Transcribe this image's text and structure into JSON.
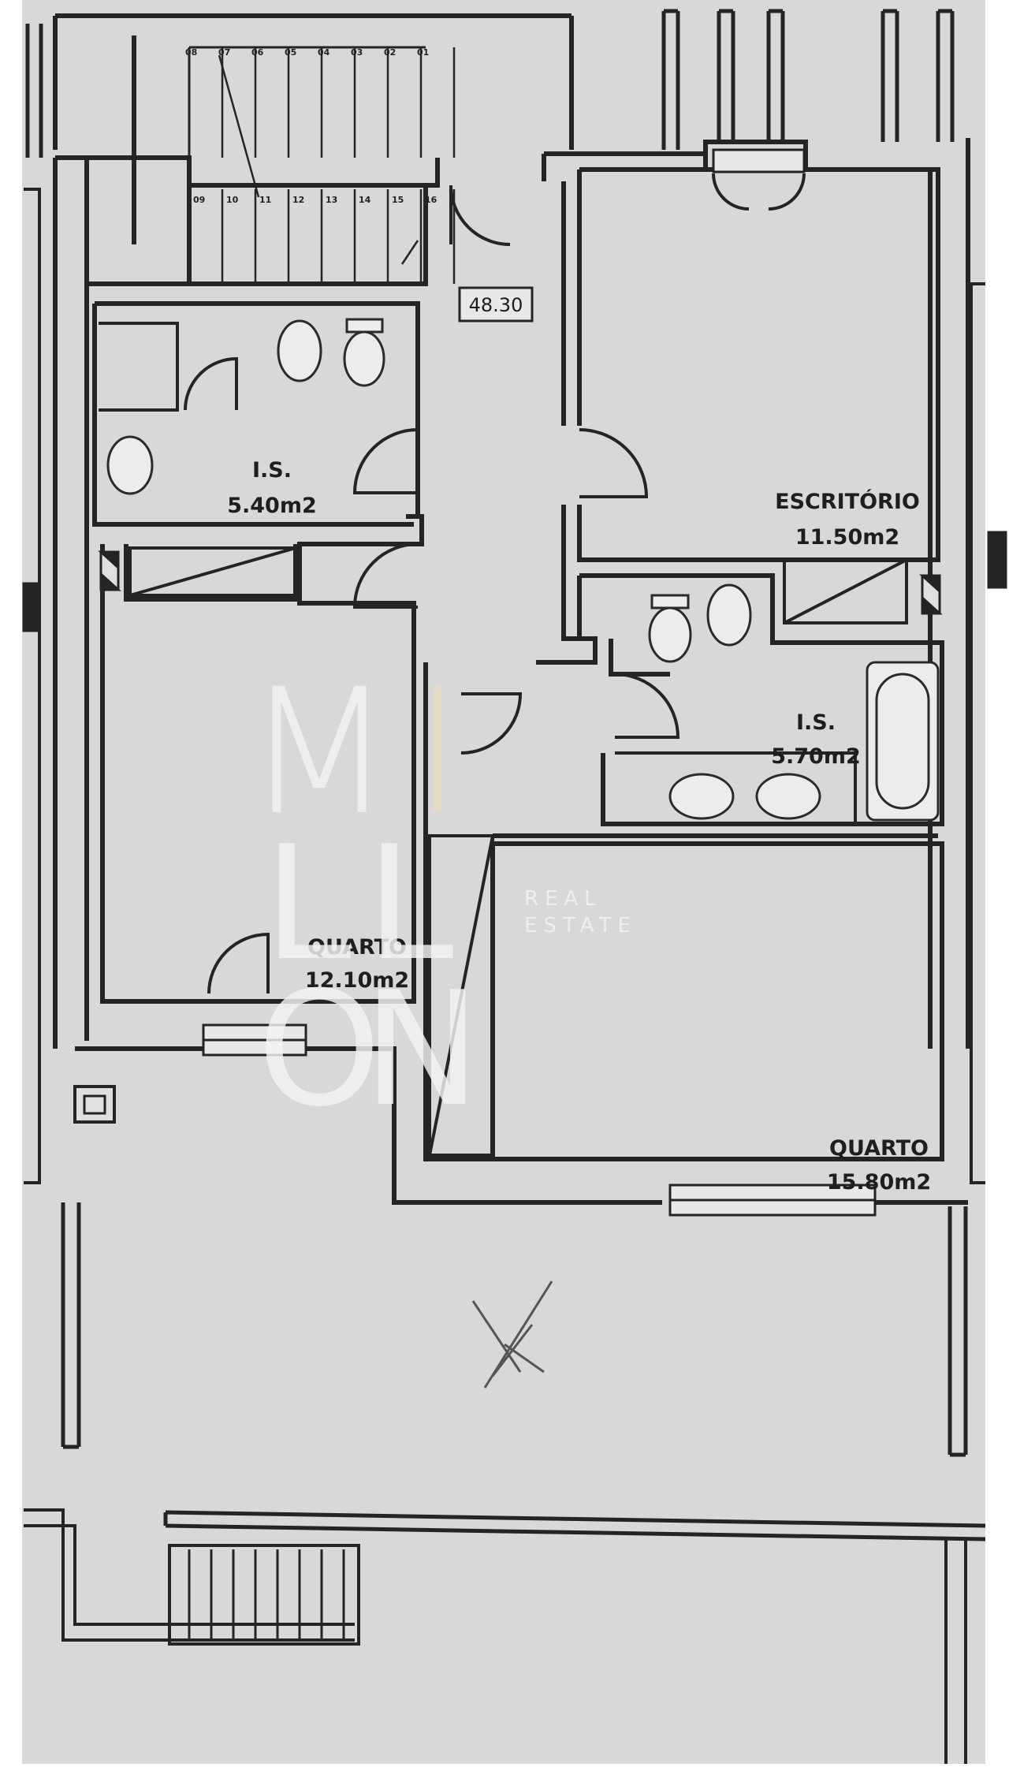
{
  "plan": {
    "colors": {
      "paper": "#ffffff",
      "sheet": "#d8d8d8",
      "wall": "#242424",
      "fixture": "#2a2a2a",
      "watermark": "#f2f2f2",
      "watermark_gold": "#e6dcc0"
    },
    "stair_label": "48.30",
    "stair_numbers_top": [
      "08",
      "07",
      "06",
      "05",
      "04",
      "03",
      "02",
      "01"
    ],
    "stair_numbers_bottom": [
      "09",
      "10",
      "11",
      "12",
      "13",
      "14",
      "15",
      "16"
    ],
    "rooms": [
      {
        "name": "I.S.",
        "area": "5.40m2"
      },
      {
        "name": "ESCRITÓRIO",
        "area": "11.50m2"
      },
      {
        "name": "I.S.",
        "area": "5.70m2"
      },
      {
        "name": "QUARTO",
        "area": "12.10m2"
      },
      {
        "name": "QUARTO",
        "area": "15.80m2"
      }
    ],
    "watermark": {
      "letters": [
        "M",
        "I",
        "L",
        "L",
        "O",
        "N"
      ],
      "line1": "REAL",
      "line2": "ESTATE"
    }
  }
}
